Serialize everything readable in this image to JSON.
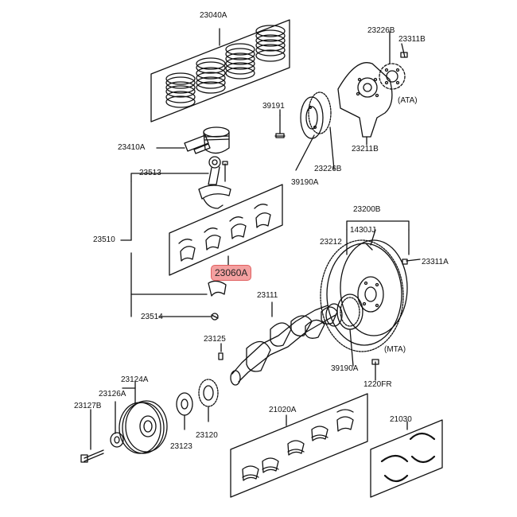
{
  "colors": {
    "line": "#111111",
    "highlight_fill": "#f4a0a0",
    "highlight_border": "#e06060",
    "background": "#ffffff"
  },
  "labels": {
    "l23040a": "23040A",
    "l23226b": "23226B",
    "l23311b": "23311B",
    "l39191": "39191",
    "lata": "(ATA)",
    "l23410a": "23410A",
    "l23211b": "23211B",
    "l23513": "23513",
    "l23226b_2": "23226B",
    "l39190a": "39190A",
    "l23510": "23510",
    "l23200b": "23200B",
    "l1430jj": "1430JJ",
    "l23212": "23212",
    "l23311a": "23311A",
    "l23060a": "23060A",
    "l23111": "23111",
    "l23514": "23514",
    "l23125": "23125",
    "lmta": "(MTA)",
    "l39190a_2": "39190A",
    "l1220fr": "1220FR",
    "l23124a": "23124A",
    "l23126a": "23126A",
    "l23127b": "23127B",
    "l21020a": "21020A",
    "l21030": "21030",
    "l23123": "23123",
    "l23120": "23120"
  }
}
